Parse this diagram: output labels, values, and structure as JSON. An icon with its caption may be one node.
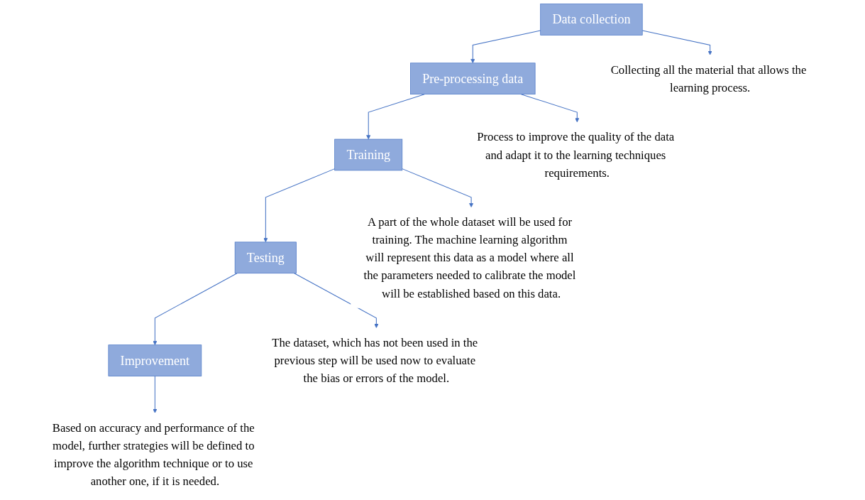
{
  "diagram": {
    "nodes": [
      {
        "text": [
          "Data collection"
        ]
      },
      {
        "text": [
          "Pre-processing data"
        ]
      },
      {
        "text": [
          "Training"
        ]
      },
      {
        "text": [
          "Testing"
        ]
      },
      {
        "text": [
          "Improvement"
        ]
      },
      {
        "text": [
          "Collecting all the material that allows the learning process."
        ]
      },
      {
        "text": [
          "Process to improve the quality of the data and adapt it to the learning techniques requirements."
        ]
      },
      {
        "text": [
          "A part of the whole dataset will be used for training. The machine learning algorithm will represent this data as a model where all the parameters needed to calibrate the model will be established based on this data."
        ]
      },
      {
        "text": [
          "The dataset, which has not been used in the previous step will be used now to evaluate the bias or errors of the model."
        ]
      },
      {
        "text": [
          "Based on accuracy and performance of the model, further strategies will be defined to improve the algorithm technique or to use another one, if it is needed."
        ]
      }
    ],
    "edges": [
      {
        "from": 0,
        "to": 1,
        "arrow": "to"
      },
      {
        "from": 1,
        "to": 2,
        "arrow": "to"
      },
      {
        "from": 2,
        "to": 3,
        "arrow": "to"
      },
      {
        "from": 3,
        "to": 4,
        "arrow": "to"
      },
      {
        "from": 0,
        "to": 5,
        "arrow": "to"
      },
      {
        "from": 1,
        "to": 6,
        "arrow": "to"
      },
      {
        "from": 2,
        "to": 7,
        "arrow": "to"
      },
      {
        "from": 3,
        "to": 8,
        "arrow": "to"
      },
      {
        "from": 4,
        "to": 9,
        "arrow": "to"
      }
    ]
  }
}
